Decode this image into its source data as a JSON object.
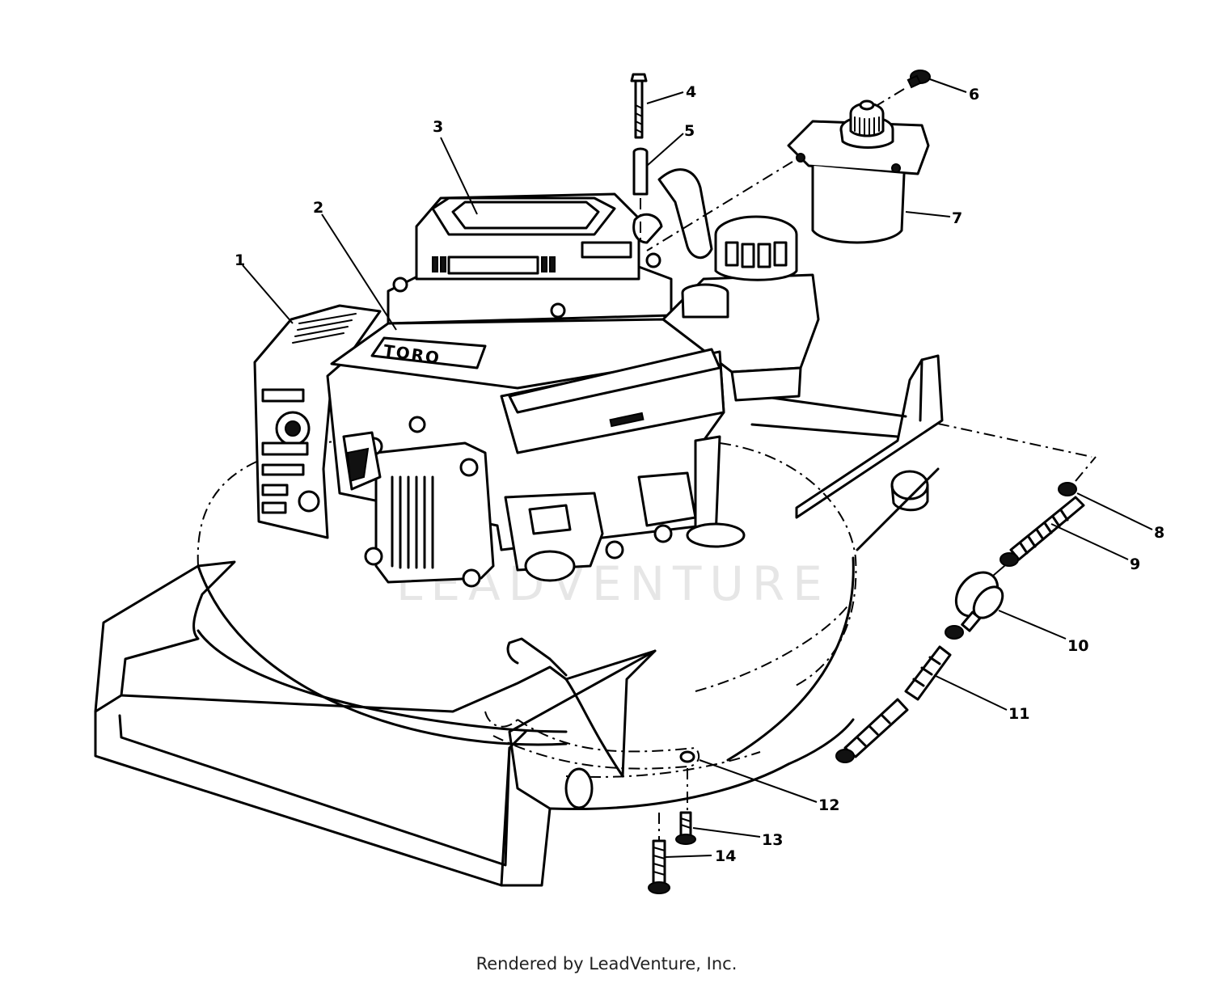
{
  "diagram": {
    "brand_label": "TORO",
    "watermark": "LEADVENTURE",
    "callouts": [
      "1",
      "2",
      "3",
      "4",
      "5",
      "6",
      "7",
      "8",
      "9",
      "10",
      "11",
      "12",
      "13",
      "14"
    ]
  },
  "footer": {
    "text": "Rendered by LeadVenture, Inc."
  }
}
